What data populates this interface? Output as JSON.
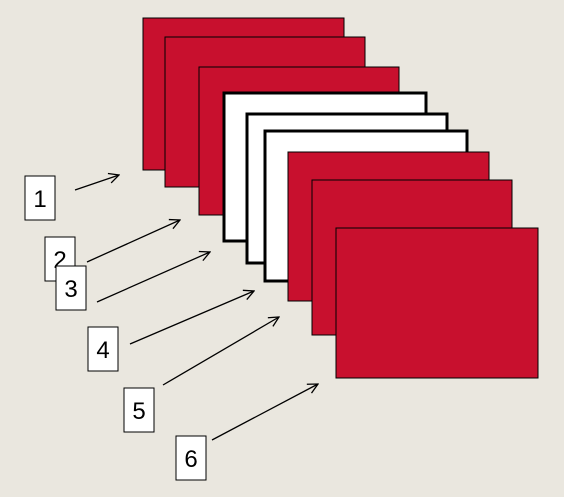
{
  "colors": {
    "background": "#EAE7DF",
    "red_panel": "#C8102E",
    "white_panel": "#FFFFFF",
    "stroke": "#000000"
  },
  "panels": [
    {
      "fill": "red"
    },
    {
      "fill": "red"
    },
    {
      "fill": "red"
    },
    {
      "fill": "white"
    },
    {
      "fill": "white"
    },
    {
      "fill": "white"
    },
    {
      "fill": "red"
    },
    {
      "fill": "red"
    },
    {
      "fill": "red"
    }
  ],
  "labels": [
    {
      "text": "1"
    },
    {
      "text": "2"
    },
    {
      "text": "3"
    },
    {
      "text": "4"
    },
    {
      "text": "5"
    },
    {
      "text": "6"
    }
  ]
}
